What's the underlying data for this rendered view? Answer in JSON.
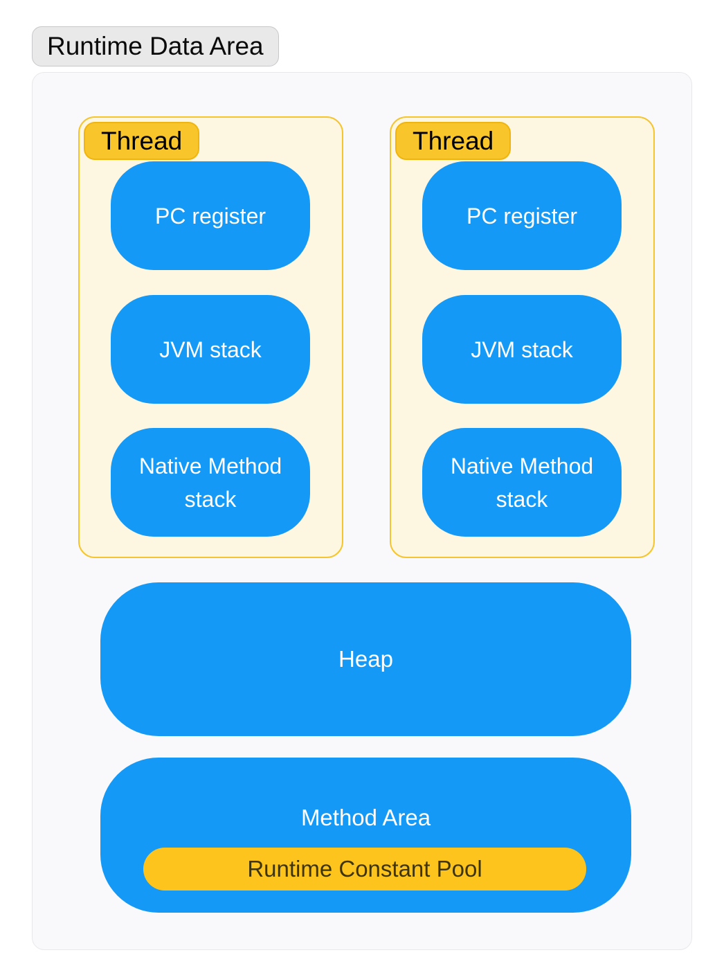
{
  "title": "Runtime Data Area",
  "threads": [
    {
      "label": "Thread",
      "items": [
        "PC register",
        "JVM stack",
        "Native Method stack"
      ]
    },
    {
      "label": "Thread",
      "items": [
        "PC register",
        "JVM stack",
        "Native Method stack"
      ]
    }
  ],
  "heap": {
    "label": "Heap"
  },
  "method_area": {
    "label": "Method Area",
    "pool_label": "Runtime Constant Pool"
  },
  "colors": {
    "node_blue": "#1599F6",
    "thread_box_bg": "#FDF6E1",
    "thread_box_border": "#F6C52D",
    "badge_gold": "#F8C62B",
    "pool_gold": "#FCC41D",
    "title_badge_bg": "#E9E9EA",
    "container_bg": "#F9F9FB"
  }
}
